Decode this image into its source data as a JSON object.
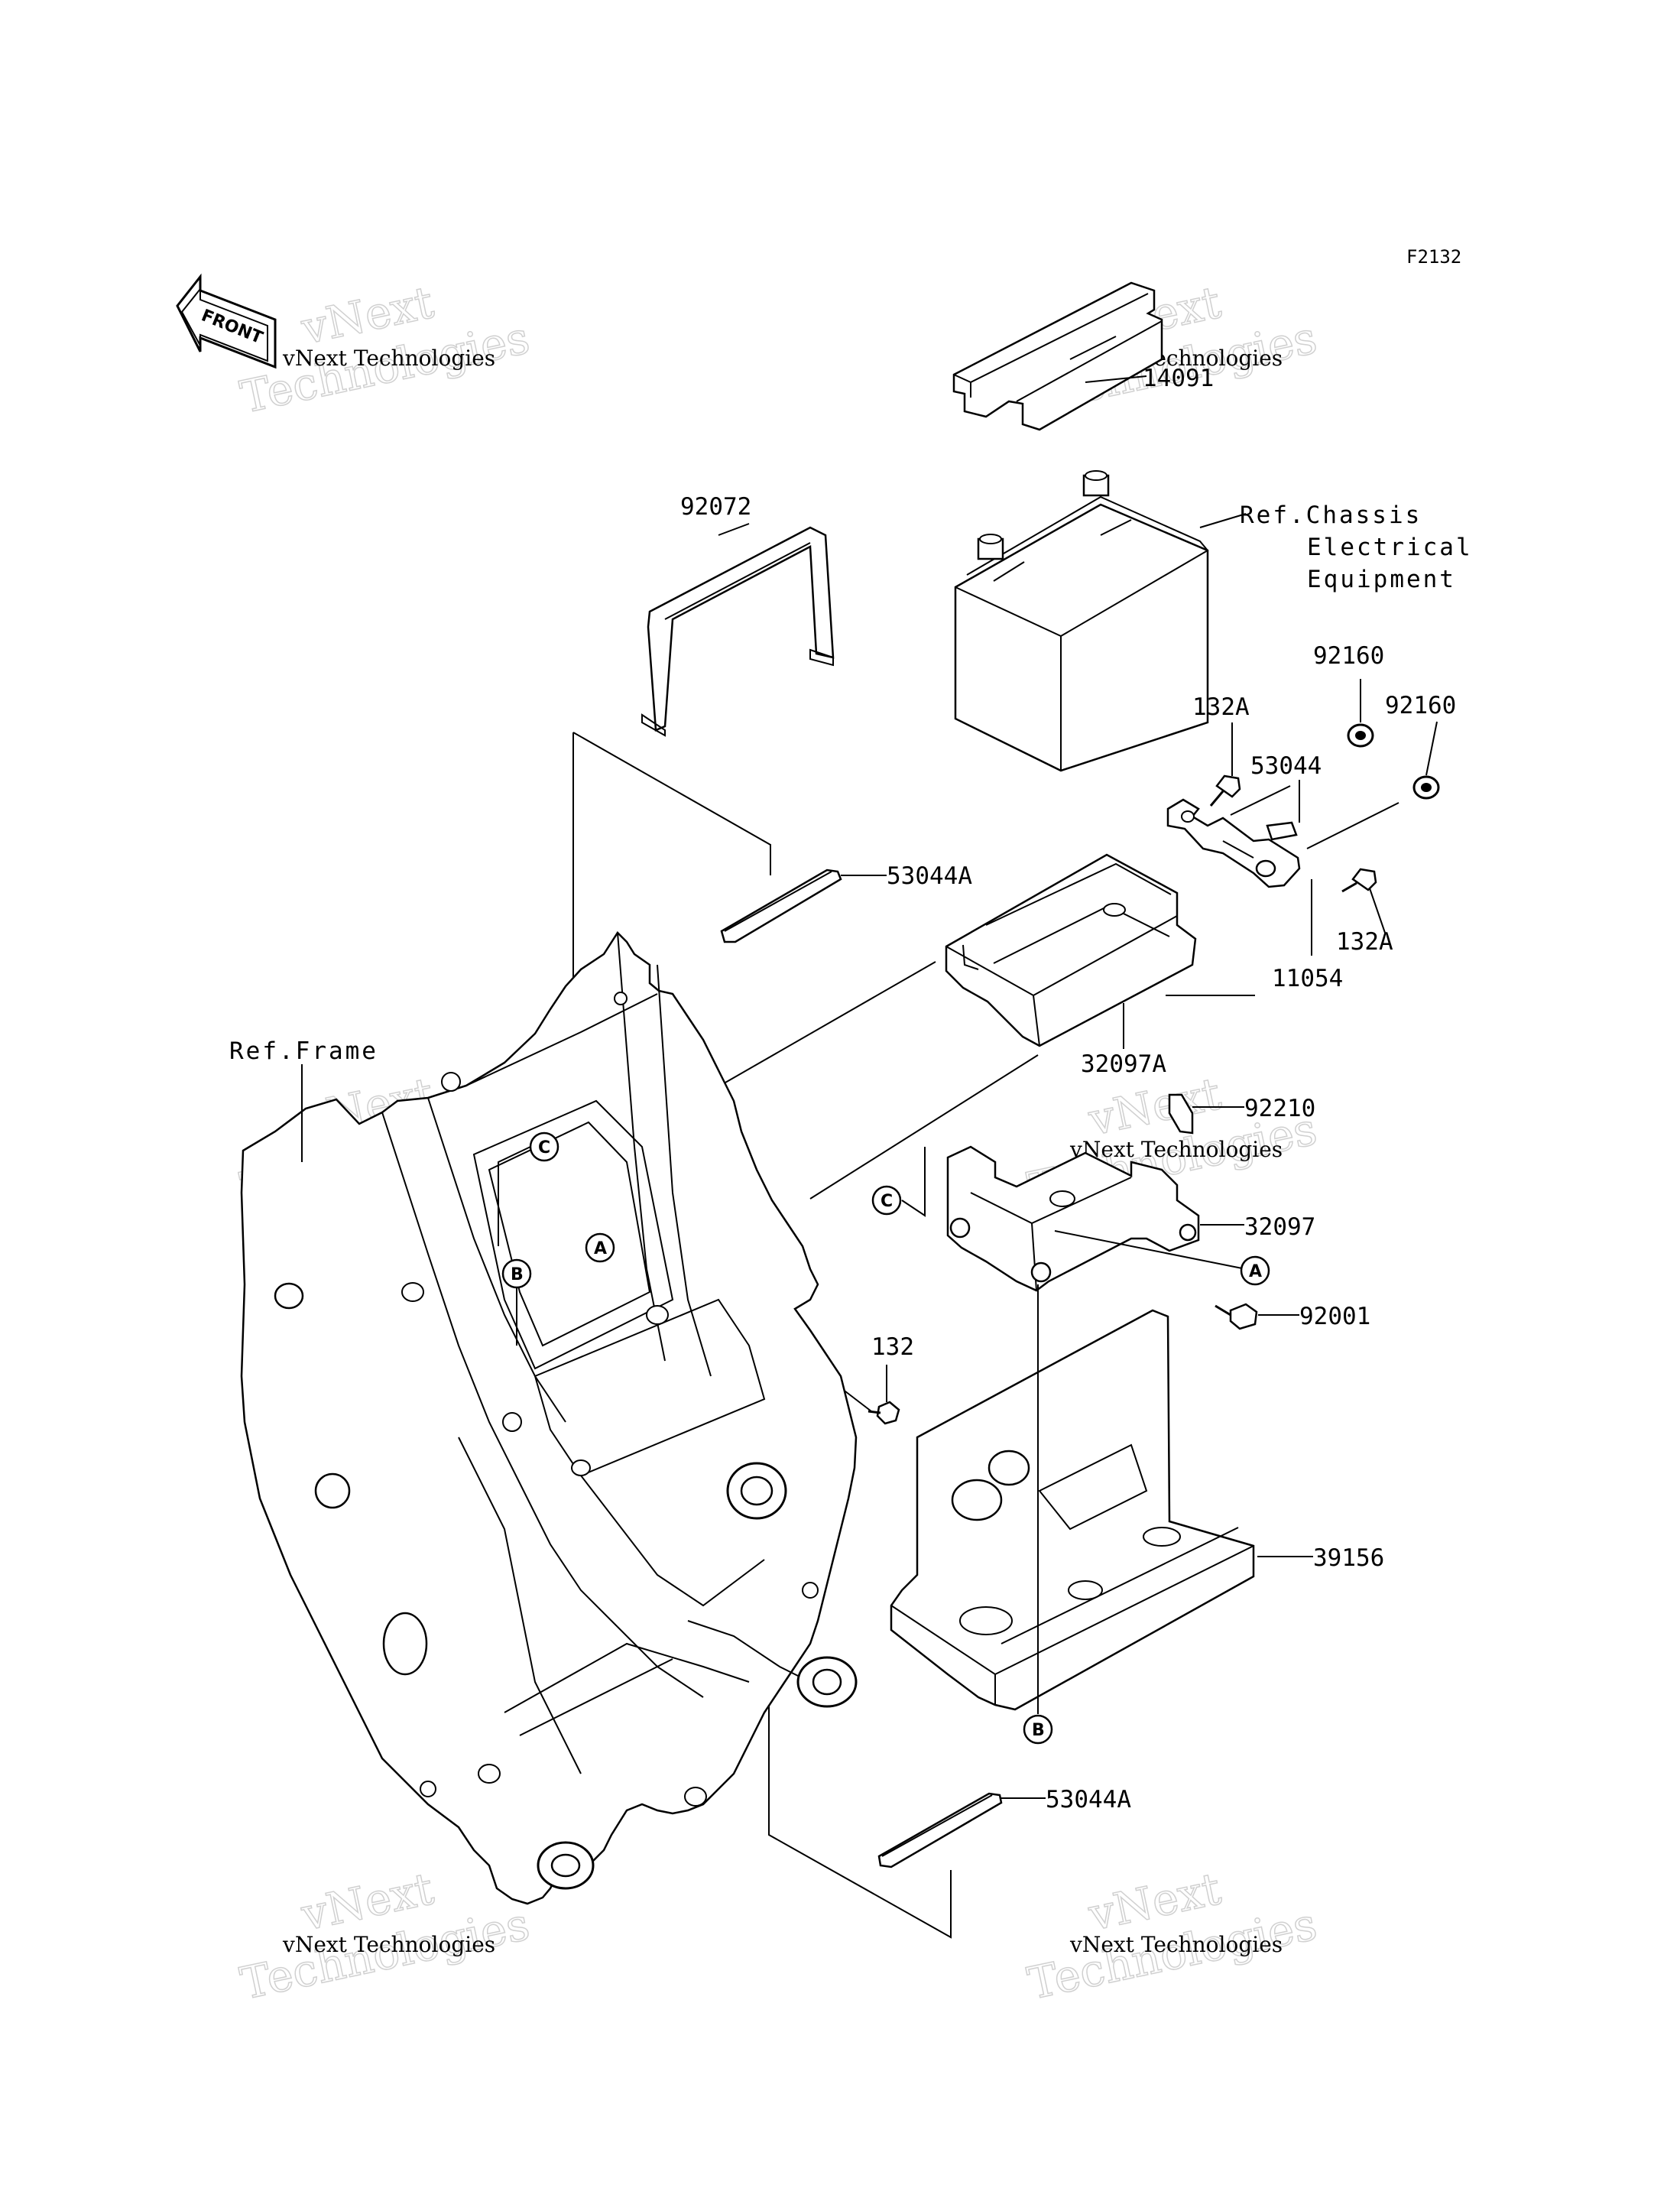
{
  "figure_id": "F2132",
  "front_label": "FRONT",
  "watermark": {
    "line1": "vNext",
    "line2": "Technologies",
    "caption": "vNext Technologies"
  },
  "references": {
    "chassis_electrical": "Ref.Chassis Electrical Equipment",
    "frame": "Ref.Frame"
  },
  "parts": {
    "p14091": "14091",
    "p92072": "92072",
    "p92160_a": "92160",
    "p92160_b": "92160",
    "p132A_a": "132A",
    "p132A_b": "132A",
    "p53044": "53044",
    "p53044A_a": "53044A",
    "p53044A_b": "53044A",
    "p11054": "11054",
    "p32097A": "32097A",
    "p92210": "92210",
    "p32097": "32097",
    "p92001": "92001",
    "p132": "132",
    "p39156": "39156"
  },
  "markers": {
    "A": "A",
    "B": "B",
    "C": "C"
  }
}
